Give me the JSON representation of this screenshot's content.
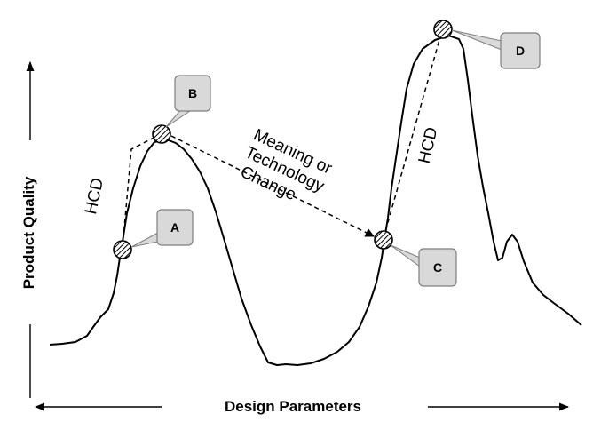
{
  "axes": {
    "x_label": "Design Parameters",
    "y_label": "Product Quality"
  },
  "points": [
    {
      "id": "A",
      "label": "A"
    },
    {
      "id": "B",
      "label": "B"
    },
    {
      "id": "C",
      "label": "C"
    },
    {
      "id": "D",
      "label": "D"
    }
  ],
  "annotations": {
    "hcd_left": "HCD",
    "hcd_right": "HCD",
    "change_lines": [
      "Meaning or",
      "Technology",
      "Change"
    ]
  },
  "colors": {
    "line": "#000000",
    "callout_fill": "#d9d9d9",
    "callout_stroke": "#7f7f7f"
  }
}
